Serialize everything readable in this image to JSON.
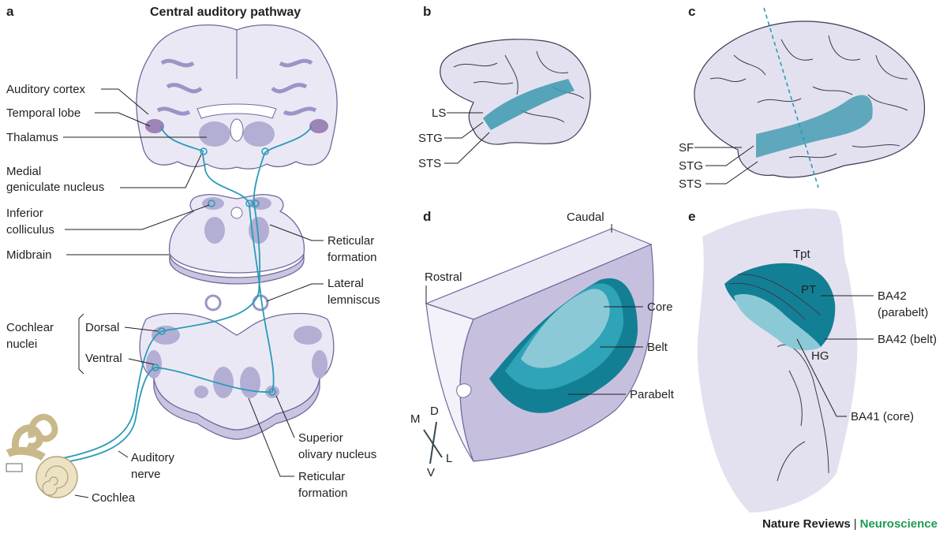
{
  "panels": {
    "a": "a",
    "b": "b",
    "c": "c",
    "d": "d",
    "e": "e"
  },
  "panel_a": {
    "title": "Central auditory pathway",
    "labels": {
      "auditory_cortex": "Auditory cortex",
      "temporal_lobe": "Temporal lobe",
      "thalamus": "Thalamus",
      "mgn_1": "Medial",
      "mgn_2": "geniculate nucleus",
      "ic_1": "Inferior",
      "ic_2": "colliculus",
      "midbrain": "Midbrain",
      "retic_top_1": "Reticular",
      "retic_top_2": "formation",
      "lat_lem_1": "Lateral",
      "lat_lem_2": "lemniscus",
      "cochlear_nuclei_1": "Cochlear",
      "cochlear_nuclei_2": "nuclei",
      "dorsal": "Dorsal",
      "ventral": "Ventral",
      "son_1": "Superior",
      "son_2": "olivary nucleus",
      "retic_bot_1": "Reticular",
      "retic_bot_2": "formation",
      "aud_nerve_1": "Auditory",
      "aud_nerve_2": "nerve",
      "cochlea": "Cochlea"
    }
  },
  "panel_b": {
    "ls": "LS",
    "stg": "STG",
    "sts": "STS"
  },
  "panel_c": {
    "sf": "SF",
    "stg": "STG",
    "sts": "STS"
  },
  "panel_d": {
    "caudal": "Caudal",
    "rostral": "Rostral",
    "core": "Core",
    "belt": "Belt",
    "parabelt": "Parabelt",
    "axis": {
      "m": "M",
      "d": "D",
      "l": "L",
      "v": "V"
    }
  },
  "panel_e": {
    "tpt": "Tpt",
    "pt": "PT",
    "ba42_parabelt_1": "BA42",
    "ba42_parabelt_2": "(parabelt)",
    "ba42_belt": "BA42 (belt)",
    "hg": "HG",
    "ba41_core": "BA41 (core)"
  },
  "footer": {
    "brand": "Nature Reviews",
    "separator": "|",
    "journal": "Neuroscience"
  },
  "colors": {
    "tissue": "#ebe8f5",
    "nucleus": "#b3aed3",
    "pathway": "#2a9bb7",
    "core": "#8cc9d6",
    "belt": "#2fa3b8",
    "parabelt": "#137f95",
    "journal": "#1f9a55"
  }
}
